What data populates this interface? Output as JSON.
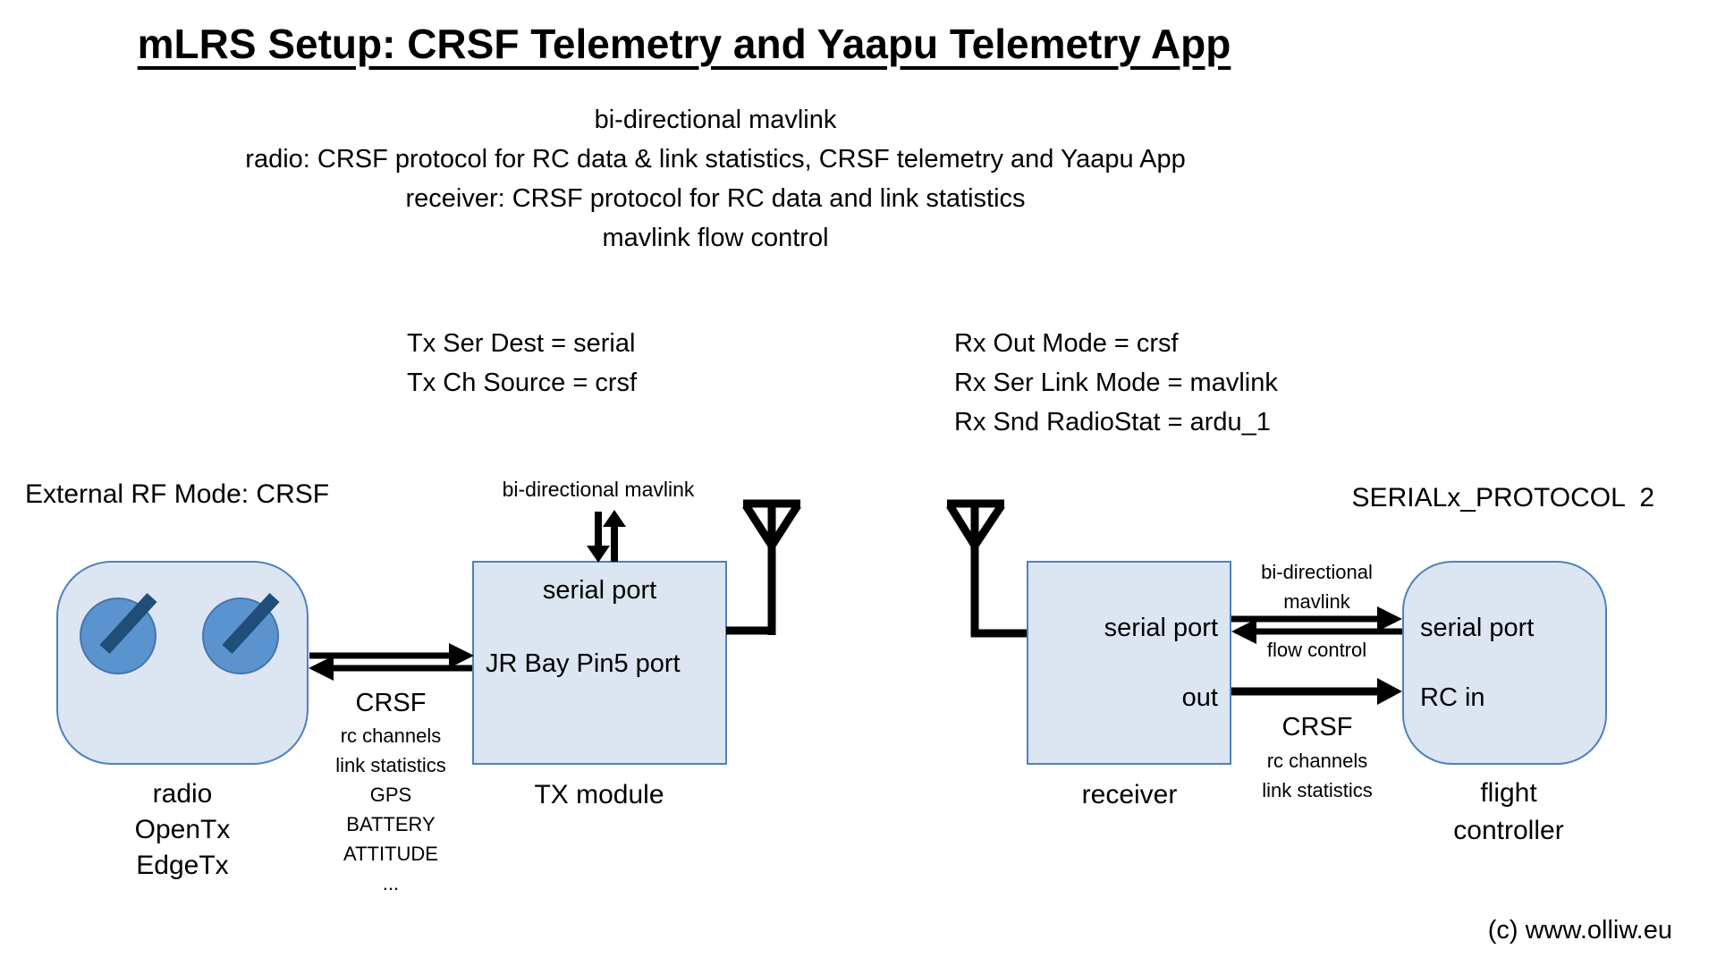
{
  "title": "mLRS Setup: CRSF Telemetry and Yaapu Telemetry App",
  "description": [
    "bi-directional mavlink",
    "radio: CRSF protocol for RC data & link statistics, CRSF telemetry and Yaapu App",
    "receiver: CRSF protocol for RC data and link statistics",
    "mavlink flow control"
  ],
  "settings": {
    "tx": [
      "Tx Ser Dest = serial",
      "Tx Ch Source = crsf"
    ],
    "rx": [
      "Rx Out Mode = crsf",
      "Rx Ser Link Mode = mavlink",
      "Rx Snd RadioStat = ardu_1"
    ]
  },
  "annotations": {
    "external_rf_mode": "External RF Mode: CRSF",
    "tx_link_label": "bi-directional mavlink",
    "serial_protocol": "SERIALx_PROTOCOL  2",
    "copyright": "(c) www.olliw.eu"
  },
  "nodes": {
    "radio": {
      "labels": [
        "radio",
        "OpenTx",
        "EdgeTx"
      ]
    },
    "tx_module": {
      "top_port": "serial port",
      "side_port": "JR Bay Pin5 port",
      "label": "TX module"
    },
    "receiver": {
      "top_port": "serial port",
      "bottom_port": "out",
      "label": "receiver"
    },
    "flight_controller": {
      "top_port": "serial port",
      "bottom_port": "RC in",
      "labels": [
        "flight",
        "controller"
      ]
    }
  },
  "links": {
    "radio_tx": {
      "protocol": "CRSF",
      "items": [
        "rc channels",
        "link statistics",
        "GPS",
        "BATTERY",
        "ATTITUDE",
        "..."
      ]
    },
    "rx_fc_serial": {
      "above": [
        "bi-directional",
        "mavlink"
      ],
      "below": "flow control"
    },
    "rx_fc_rc": {
      "protocol": "CRSF",
      "items": [
        "rc channels",
        "link statistics"
      ]
    }
  },
  "colors": {
    "box_fill": "#dbe6f2",
    "box_border": "#4f81bd",
    "knob_fill": "#5b93cf",
    "knob_handle": "#1f4e79",
    "line": "#000000"
  }
}
